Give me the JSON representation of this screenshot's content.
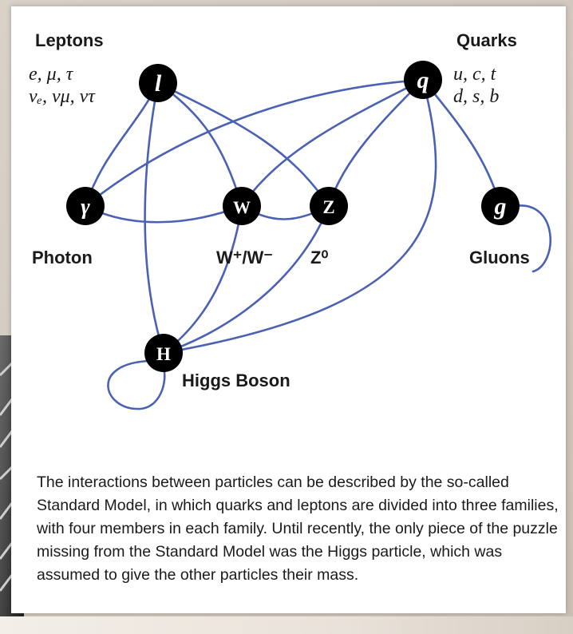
{
  "diagram": {
    "labels": {
      "leptons": "Leptons",
      "quarks": "Quarks",
      "photon": "Photon",
      "w_boson": "W⁺/W⁻",
      "z_boson": "Z⁰",
      "gluons": "Gluons",
      "higgs": "Higgs Boson"
    },
    "lepton_symbols": {
      "line1": "e,  μ,  τ",
      "line2": "νₑ, νμ, ντ"
    },
    "quark_symbols": {
      "line1": "u, c, t",
      "line2": "d, s, b"
    },
    "nodes": {
      "lepton": "l",
      "quark": "q",
      "photon": "γ",
      "w": "W",
      "z": "Z",
      "gluon": "g",
      "higgs": "H"
    },
    "colors": {
      "edge": "#4a61b4",
      "node": "#000000"
    }
  },
  "caption": "The interactions between particles can be described by the so-called Standard Model, in which quarks and leptons are divided into three families, with four members in each family. Until recently, the only piece of the puzzle missing from the Standard Model was the Higgs particle, which was assumed to give the other particles their mass."
}
